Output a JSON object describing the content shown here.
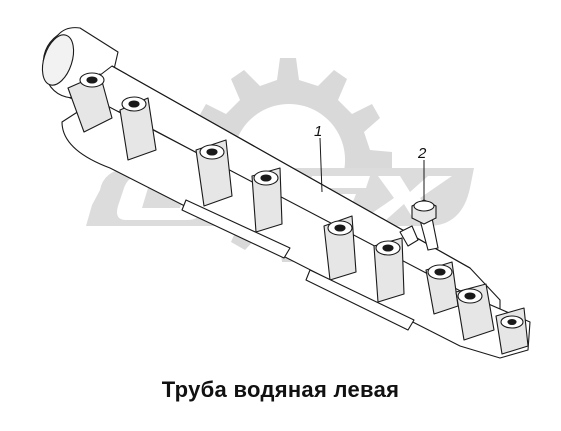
{
  "drawing": {
    "callouts": [
      {
        "number": "1"
      },
      {
        "number": "2"
      }
    ]
  },
  "caption": "Труба водяная левая",
  "colors": {
    "watermark": "#d9d9d9",
    "part_fill": "#ffffff",
    "part_shade": "#e6e6e6",
    "line": "#1a1a1a"
  }
}
